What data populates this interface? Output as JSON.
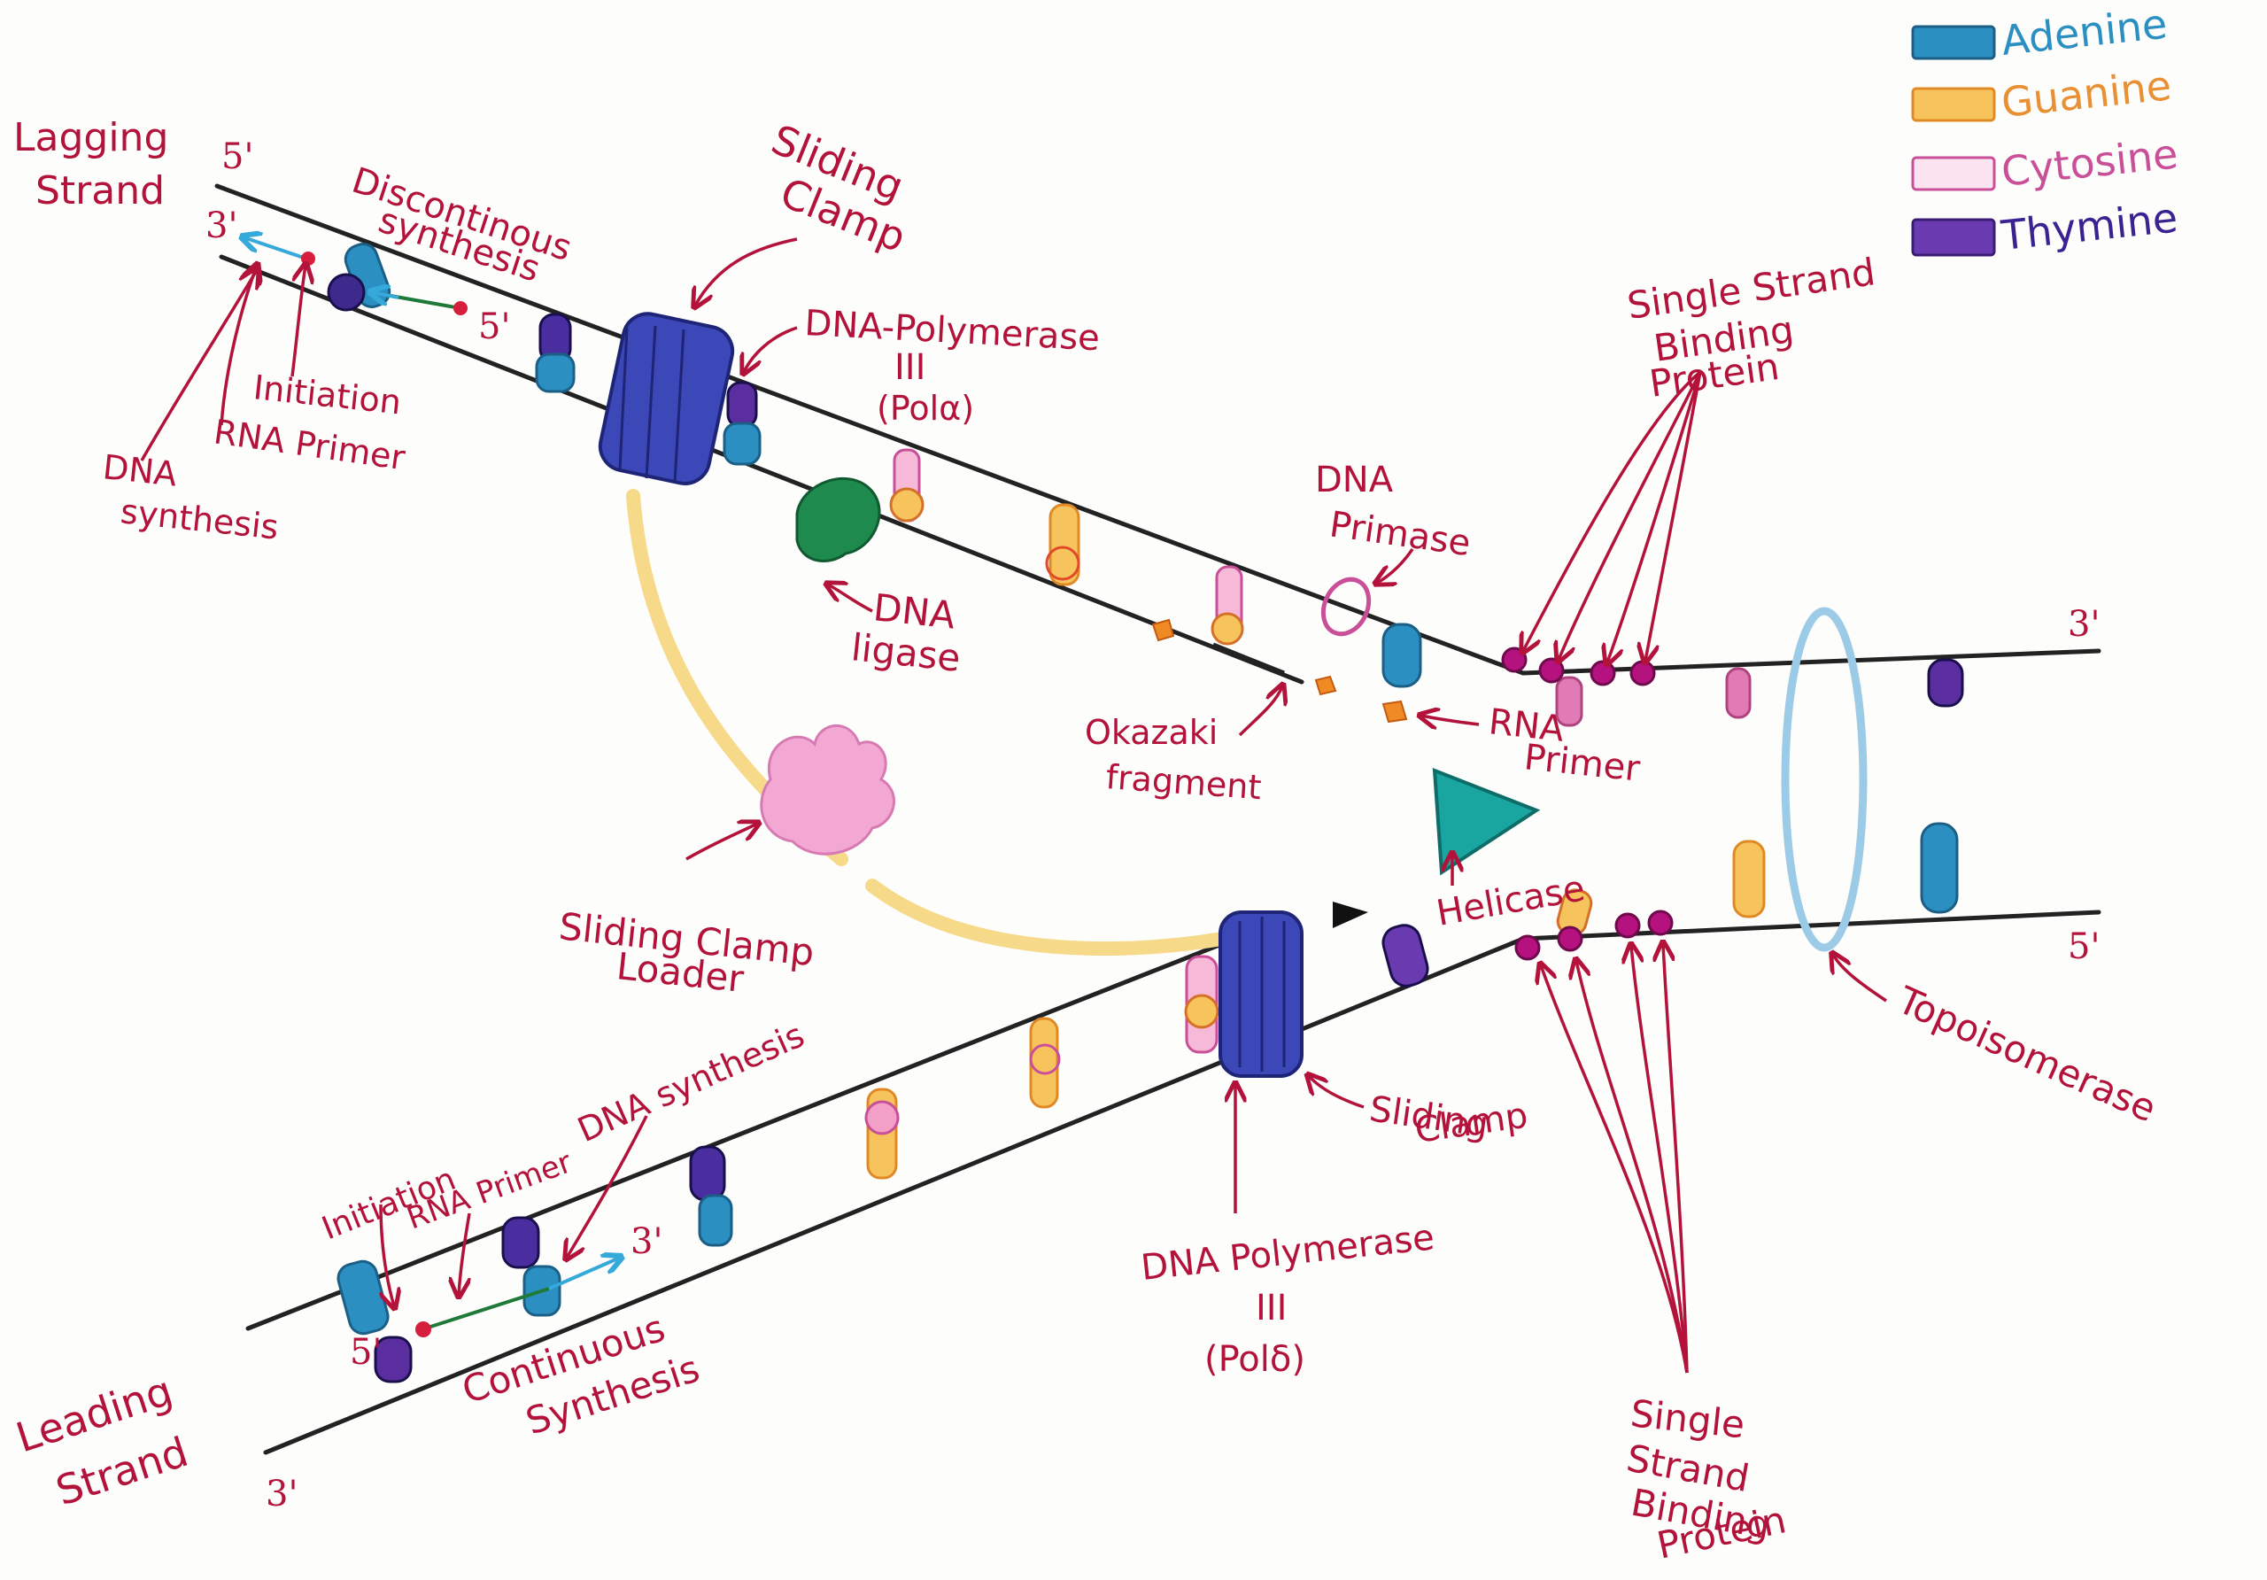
{
  "legend": {
    "adenine": "Adenine",
    "guanine": "Guanine",
    "cytosine": "Cytosine",
    "thymine": "Thymine"
  },
  "colors": {
    "adenine": "#2b8fc2",
    "guanine": "#f2a43a",
    "cytosine": "#e17bb6",
    "thymine": "#5a2e9e",
    "label": "#b3123a",
    "clamp": "#3c48b8",
    "helicase": "#1aa6a0",
    "ligase": "#1f8a4e",
    "primer": "#c22a86",
    "topoisomerase": "#9ccbe8"
  },
  "labels": {
    "lagging_strand_line1": "Lagging",
    "lagging_strand_line2": "Strand",
    "leading_strand_line1": "Leading",
    "leading_strand_line2": "Strand",
    "discontinuous_line1": "Discontinous",
    "discontinuous_line2": "synthesis",
    "sliding_clamp_top_line1": "Sliding",
    "sliding_clamp_top_line2": "Clamp",
    "pol_alpha_line1": "DNA-Polymerase",
    "pol_alpha_line2": "III",
    "pol_alpha_line3": "(Polα)",
    "initiation_top": "Initiation",
    "rna_primer_top": "RNA Primer",
    "dna_synthesis_top_line1": "DNA",
    "dna_synthesis_top_line2": "synthesis",
    "dna_ligase_line1": "DNA",
    "dna_ligase_line2": "ligase",
    "dna_primase_line1": "DNA",
    "dna_primase_line2": "Primase",
    "okazaki_line1": "Okazaki",
    "okazaki_line2": "fragment",
    "rna_primer_mid_line1": "RNA",
    "rna_primer_mid_line2": "Primer",
    "ssb_top_line1": "Single Strand",
    "ssb_top_line2": "Binding",
    "ssb_top_line3": "Protein",
    "helicase": "Helicase",
    "sliding_clamp_loader_line1": "Sliding Clamp",
    "sliding_clamp_loader_line2": "Loader",
    "dna_synthesis_bottom": "DNA synthesis",
    "initiation_bottom": "Initiation",
    "rna_primer_bottom": "RNA Primer",
    "continuous_line1": "Continuous",
    "continuous_line2": "Synthesis",
    "pol_delta_line1": "DNA Polymerase",
    "pol_delta_line2": "III",
    "pol_delta_line3": "(Polδ)",
    "sliding_clamp_bottom_line1": "Sliding",
    "sliding_clamp_bottom_line2": "Clamp",
    "topoisomerase": "Topoisomerase",
    "ssb_bottom_line1": "Single",
    "ssb_bottom_line2": "Strand",
    "ssb_bottom_line3": "Binding",
    "ssb_bottom_line4": "Protein"
  },
  "ends": {
    "lagging_top_5": "5'",
    "lagging_top_3": "3'",
    "lagging_fragment_5": "5'",
    "right_top_3": "3'",
    "right_bottom_5": "5'",
    "leading_bottom_5": "5'",
    "leading_bottom_3": "3'",
    "leading_arrow_3": "3'"
  }
}
